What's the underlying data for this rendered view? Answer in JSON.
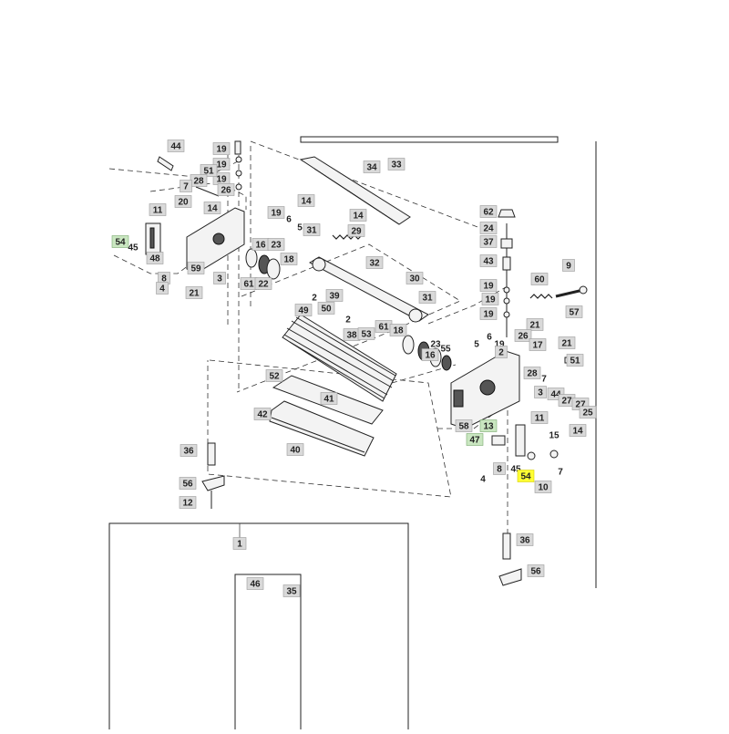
{
  "highlight_color": "#ffff33",
  "green_color": "#c9e6c0",
  "labels": [
    {
      "id": "l44a",
      "text": "44",
      "style": "grey"
    },
    {
      "id": "l19a",
      "text": "19",
      "style": "grey"
    },
    {
      "id": "l19b",
      "text": "19",
      "style": "grey"
    },
    {
      "id": "l19c",
      "text": "19",
      "style": "grey"
    },
    {
      "id": "l51",
      "text": "51",
      "style": "grey"
    },
    {
      "id": "l28a",
      "text": "28",
      "style": "grey"
    },
    {
      "id": "l7a",
      "text": "7",
      "style": "grey"
    },
    {
      "id": "l26a",
      "text": "26",
      "style": "grey"
    },
    {
      "id": "l20",
      "text": "20",
      "style": "grey"
    },
    {
      "id": "l14a",
      "text": "14",
      "style": "grey"
    },
    {
      "id": "l11a",
      "text": "11",
      "style": "grey"
    },
    {
      "id": "l54a",
      "text": "54",
      "style": "green"
    },
    {
      "id": "l45a",
      "text": "45",
      "style": "plain"
    },
    {
      "id": "l48",
      "text": "48",
      "style": "grey"
    },
    {
      "id": "l59",
      "text": "59",
      "style": "grey"
    },
    {
      "id": "l8a",
      "text": "8",
      "style": "grey"
    },
    {
      "id": "l3a",
      "text": "3",
      "style": "grey"
    },
    {
      "id": "l4a",
      "text": "4",
      "style": "grey"
    },
    {
      "id": "l21a",
      "text": "21",
      "style": "grey"
    },
    {
      "id": "l34",
      "text": "34",
      "style": "grey"
    },
    {
      "id": "l33",
      "text": "33",
      "style": "grey"
    },
    {
      "id": "l14b",
      "text": "14",
      "style": "grey"
    },
    {
      "id": "l19d",
      "text": "19",
      "style": "grey"
    },
    {
      "id": "l6",
      "text": "6",
      "style": "plain"
    },
    {
      "id": "l5a",
      "text": "5",
      "style": "plain"
    },
    {
      "id": "l31a",
      "text": "31",
      "style": "grey"
    },
    {
      "id": "l14c",
      "text": "14",
      "style": "grey"
    },
    {
      "id": "l29",
      "text": "29",
      "style": "grey"
    },
    {
      "id": "l16a",
      "text": "16",
      "style": "grey"
    },
    {
      "id": "l23a",
      "text": "23",
      "style": "grey"
    },
    {
      "id": "l18a",
      "text": "18",
      "style": "grey"
    },
    {
      "id": "l61a",
      "text": "61",
      "style": "grey"
    },
    {
      "id": "l22",
      "text": "22",
      "style": "grey"
    },
    {
      "id": "l32",
      "text": "32",
      "style": "grey"
    },
    {
      "id": "l2a",
      "text": "2",
      "style": "plain"
    },
    {
      "id": "l39",
      "text": "39",
      "style": "grey"
    },
    {
      "id": "l49",
      "text": "49",
      "style": "grey"
    },
    {
      "id": "l50",
      "text": "50",
      "style": "grey"
    },
    {
      "id": "l30",
      "text": "30",
      "style": "grey"
    },
    {
      "id": "l31b",
      "text": "31",
      "style": "grey"
    },
    {
      "id": "l38",
      "text": "38",
      "style": "grey"
    },
    {
      "id": "l53",
      "text": "53",
      "style": "grey"
    },
    {
      "id": "l2b",
      "text": "2",
      "style": "plain"
    },
    {
      "id": "l61b",
      "text": "61",
      "style": "grey"
    },
    {
      "id": "l18b",
      "text": "18",
      "style": "grey"
    },
    {
      "id": "l16b",
      "text": "16",
      "style": "grey"
    },
    {
      "id": "l23b",
      "text": "23",
      "style": "plain"
    },
    {
      "id": "l55",
      "text": "55",
      "style": "plain"
    },
    {
      "id": "l62",
      "text": "62",
      "style": "grey"
    },
    {
      "id": "l24",
      "text": "24",
      "style": "grey"
    },
    {
      "id": "l37",
      "text": "37",
      "style": "grey"
    },
    {
      "id": "l43",
      "text": "43",
      "style": "grey"
    },
    {
      "id": "l9",
      "text": "9",
      "style": "grey"
    },
    {
      "id": "l19e",
      "text": "19",
      "style": "grey"
    },
    {
      "id": "l60",
      "text": "60",
      "style": "grey"
    },
    {
      "id": "l19f",
      "text": "19",
      "style": "grey"
    },
    {
      "id": "l19g",
      "text": "19",
      "style": "grey"
    },
    {
      "id": "l57",
      "text": "57",
      "style": "grey"
    },
    {
      "id": "l21b",
      "text": "21",
      "style": "grey"
    },
    {
      "id": "l5b",
      "text": "5",
      "style": "plain"
    },
    {
      "id": "l6b",
      "text": "6",
      "style": "plain"
    },
    {
      "id": "l19h",
      "text": "19",
      "style": "plain"
    },
    {
      "id": "l26b",
      "text": "26",
      "style": "grey"
    },
    {
      "id": "l17",
      "text": "17",
      "style": "grey"
    },
    {
      "id": "l2c",
      "text": "2",
      "style": "grey"
    },
    {
      "id": "l21c",
      "text": "21",
      "style": "grey"
    },
    {
      "id": "l51b",
      "text": "51",
      "style": "grey"
    },
    {
      "id": "l28b",
      "text": "28",
      "style": "grey"
    },
    {
      "id": "l7b",
      "text": "7",
      "style": "plain"
    },
    {
      "id": "l3b",
      "text": "3",
      "style": "grey"
    },
    {
      "id": "l44b",
      "text": "44",
      "style": "grey"
    },
    {
      "id": "l27a",
      "text": "27",
      "style": "grey"
    },
    {
      "id": "l27b",
      "text": "27",
      "style": "grey"
    },
    {
      "id": "l11b",
      "text": "11",
      "style": "grey"
    },
    {
      "id": "l25",
      "text": "25",
      "style": "grey"
    },
    {
      "id": "l14d",
      "text": "14",
      "style": "grey"
    },
    {
      "id": "l58",
      "text": "58",
      "style": "grey"
    },
    {
      "id": "l13",
      "text": "13",
      "style": "green"
    },
    {
      "id": "l15",
      "text": "15",
      "style": "plain"
    },
    {
      "id": "l47",
      "text": "47",
      "style": "green"
    },
    {
      "id": "l8b",
      "text": "8",
      "style": "grey"
    },
    {
      "id": "l45b",
      "text": "45",
      "style": "plain"
    },
    {
      "id": "l7c",
      "text": "7",
      "style": "plain"
    },
    {
      "id": "l54b",
      "text": "54",
      "style": "yellow"
    },
    {
      "id": "l4b",
      "text": "4",
      "style": "plain"
    },
    {
      "id": "l10",
      "text": "10",
      "style": "grey"
    },
    {
      "id": "l52",
      "text": "52",
      "style": "grey"
    },
    {
      "id": "l41",
      "text": "41",
      "style": "grey"
    },
    {
      "id": "l42",
      "text": "42",
      "style": "grey"
    },
    {
      "id": "l40",
      "text": "40",
      "style": "grey"
    },
    {
      "id": "l36a",
      "text": "36",
      "style": "grey"
    },
    {
      "id": "l56a",
      "text": "56",
      "style": "grey"
    },
    {
      "id": "l12",
      "text": "12",
      "style": "grey"
    },
    {
      "id": "l1",
      "text": "1",
      "style": "grey"
    },
    {
      "id": "l36b",
      "text": "36",
      "style": "grey"
    },
    {
      "id": "l56b",
      "text": "56",
      "style": "grey"
    },
    {
      "id": "l46",
      "text": "46",
      "style": "grey"
    },
    {
      "id": "l35",
      "text": "35",
      "style": "grey"
    }
  ]
}
